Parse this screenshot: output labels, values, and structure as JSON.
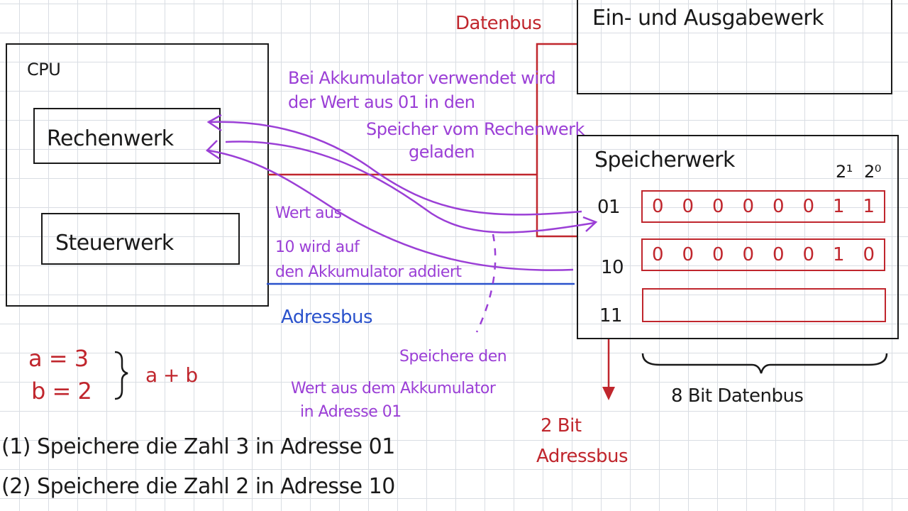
{
  "diagram": {
    "cpu_label": "CPU",
    "rechenwerk": "Rechenwerk",
    "steuerwerk": "Steuerwerk",
    "ein_ausgabe": "Ein- und Ausgabewerk",
    "speicherwerk": "Speicherwerk",
    "datenbus_label": "Datenbus",
    "adressbus_label": "Adressbus",
    "power_1": "2¹",
    "power_0": "2⁰",
    "rows": [
      {
        "address": "01",
        "bits": [
          "0",
          "0",
          "0",
          "0",
          "0",
          "0",
          "1",
          "1"
        ]
      },
      {
        "address": "10",
        "bits": [
          "0",
          "0",
          "0",
          "0",
          "0",
          "0",
          "1",
          "0"
        ]
      },
      {
        "address": "11",
        "bits": [
          "",
          "",
          "",
          "",
          "",
          "",
          "",
          ""
        ]
      }
    ],
    "bus_width_data": "8 Bit Datenbus",
    "bus_width_addr_1": "2 Bit",
    "bus_width_addr_2": "Adressbus"
  },
  "annotations": {
    "akku_1": "Bei Akkumulator verwendet wird",
    "akku_2": "der Wert aus 01 in den",
    "akku_3": "Speicher vom Rechenwerk",
    "akku_4": "geladen",
    "add_1": "Wert aus",
    "add_2": "10 wird auf",
    "add_3": "den Akkumulator addiert",
    "store_1": "Speichere den",
    "store_2": "Wert aus dem Akkumulator",
    "store_3": "in Adresse 01"
  },
  "example": {
    "a": "a = 3",
    "b": "b = 2",
    "sum": "a + b",
    "step1": "(1) Speichere die Zahl 3 in Adresse 01",
    "step2": "(2) Speichere die Zahl 2 in Adresse 10"
  },
  "colors": {
    "black": "#1a1a1a",
    "red": "#c0262d",
    "purple": "#9b3fd6",
    "blue": "#2a52cc"
  }
}
